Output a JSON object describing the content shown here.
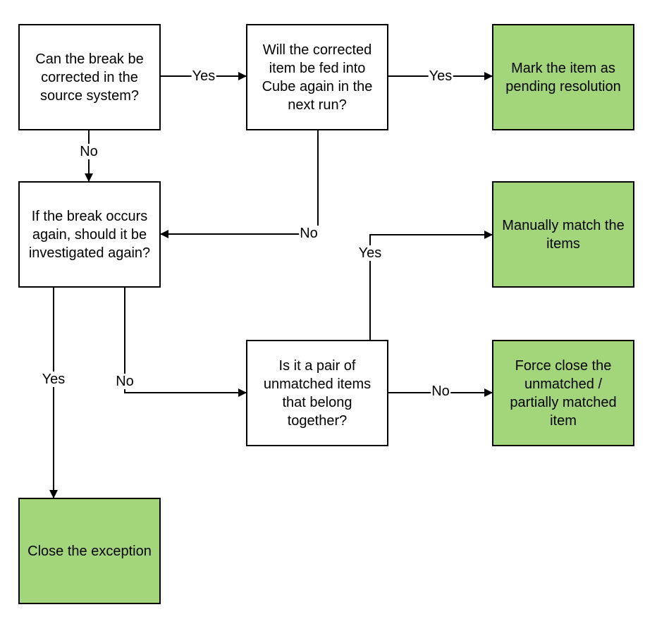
{
  "colors": {
    "action_fill": "#a3d67b",
    "decision_fill": "#ffffff",
    "line": "#000000"
  },
  "nodes": {
    "q_correct_source": {
      "label": "Can the break be corrected in the source system?"
    },
    "q_fed_into_cube": {
      "label": "Will the corrected item be fed into Cube again in the next run?"
    },
    "a_mark_pending": {
      "label": "Mark the item as pending resolution"
    },
    "q_investigate_again": {
      "label": "If the break occurs again, should it be investigated again?"
    },
    "a_manual_match": {
      "label": "Manually match the items"
    },
    "q_pair_unmatched": {
      "label": "Is it a pair of unmatched items that belong together?"
    },
    "a_force_close": {
      "label": "Force close the unmatched / partially matched item"
    },
    "a_close_exception": {
      "label": "Close the exception"
    }
  },
  "edges": {
    "correct_to_fed": {
      "label": "Yes"
    },
    "fed_to_mark": {
      "label": "Yes"
    },
    "correct_to_investigate": {
      "label": "No"
    },
    "fed_to_investigate": {
      "label": "No"
    },
    "pair_to_manual": {
      "label": "Yes"
    },
    "investigate_to_close": {
      "label": "Yes"
    },
    "investigate_to_pair": {
      "label": "No"
    },
    "pair_to_force": {
      "label": "No"
    }
  }
}
